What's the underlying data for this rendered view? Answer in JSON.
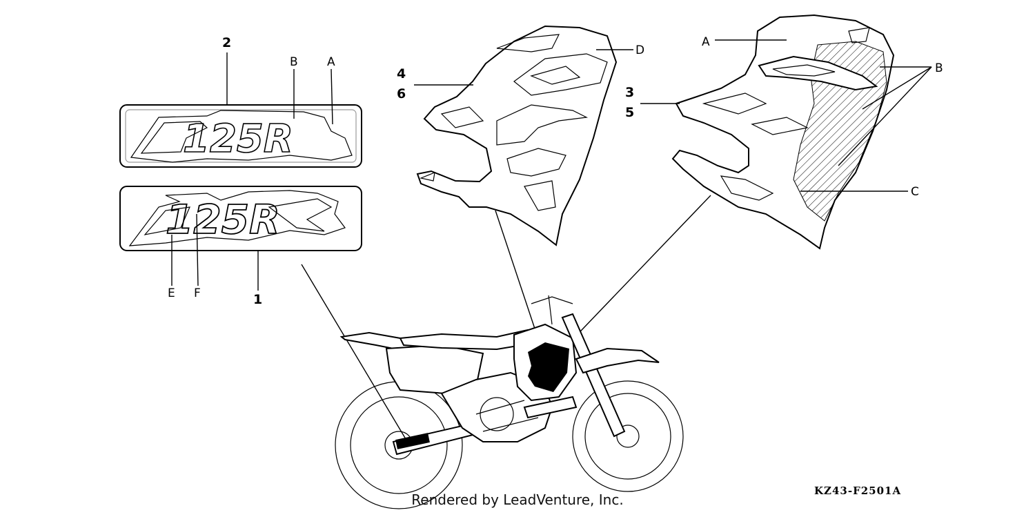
{
  "callouts": {
    "n1": "1",
    "n2": "2",
    "n3": "3",
    "n4": "4",
    "n5": "5",
    "n6": "6",
    "a_left": "A",
    "b_left": "B",
    "e": "E",
    "f": "F",
    "d": "D",
    "a_right": "A",
    "b_right": "B",
    "c": "C"
  },
  "decals": {
    "emblem_text": "125R"
  },
  "footer": {
    "rendered_by": "Rendered by LeadVenture, Inc.",
    "drawing_code": "KZ43-F2501A"
  },
  "colors": {
    "line": "#000000",
    "background": "#ffffff"
  }
}
